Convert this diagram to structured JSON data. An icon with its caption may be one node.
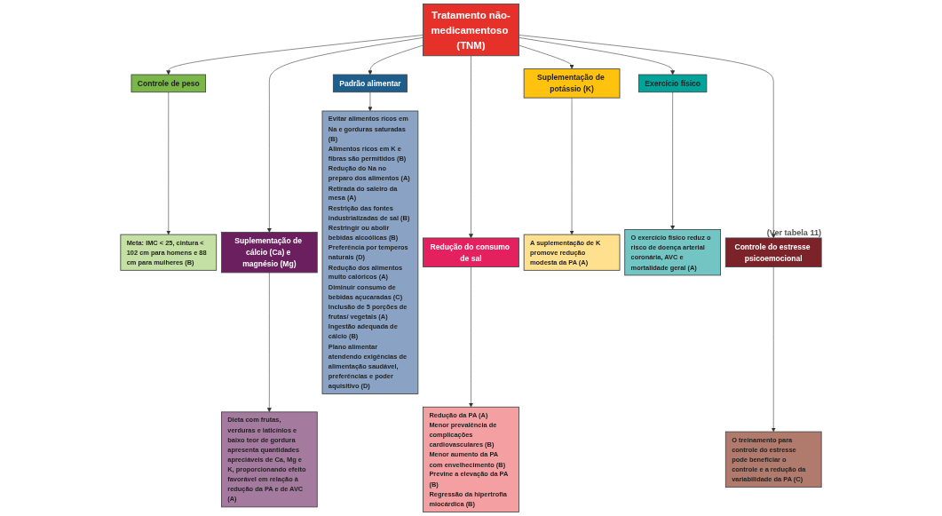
{
  "diagram": {
    "nodes": [
      {
        "text": [
          "Tratamento não-medicamentoso (TNM)"
        ]
      },
      {
        "text": [
          "Controle de peso"
        ]
      },
      {
        "text": [
          "Meta: IMC < 25, cintura < 102 cm para homens e 88 cm para mulheres (B)"
        ]
      },
      {
        "text": [
          "Suplementação de cálcio (Ca) e magnésio (Mg)"
        ]
      },
      {
        "text": [
          "Dieta com frutas, verduras e laticínios e baixo teor de gordura apresenta quantidades apreciáveis de Ca, Mg e K, proporcionando efeito favorável em relação à redução da PA e de AVC (A)"
        ]
      },
      {
        "text": [
          "Padrão alimentar"
        ]
      },
      {
        "text": [
          "Evitar alimentos ricos em Na e gorduras saturadas (B)",
          "Alimentos ricos em K e fibras são permitidos (B)",
          "Redução do Na no preparo dos alimentos (A)",
          "Retirada do saleiro da mesa (A)",
          "Restrição das fontes industrializadas de sal (B)",
          "Restringir ou abolir bebidas alcoólicas (B)",
          "Preferência por temperos naturais (D)",
          "Redução dos alimentos muito calóricos (A)",
          "Diminuir consumo de bebidas açucaradas (C)",
          "Inclusão de 5 porções de frutas/ vegetais (A)",
          "Ingestão adequada de cálcio (B)",
          "Plano alimentar atendendo exigências de alimentação saudável, preferências e poder aquisitivo (D)"
        ]
      },
      {
        "text": [
          "Redução do consumo de sal"
        ]
      },
      {
        "text": [
          "Redução da PA (A)",
          "Menor prevalência de complicações cardiovasculares (B)",
          "Menor aumento da PA com envelhecimento (B)",
          "Previne a elevação da PA (B)",
          "Regressão da hipertrofia miocárdica (B)"
        ]
      },
      {
        "text": [
          "Suplementação de potássio (K)"
        ]
      },
      {
        "text": [
          "A suplementação de K promove redução modesta da PA (A)"
        ]
      },
      {
        "text": [
          "Exercício físico"
        ]
      },
      {
        "text": [
          "O exercício físico reduz o risco de doença arterial coronária, AVC e mortalidade geral (A)"
        ]
      },
      {
        "text": [
          "Controle do estresse psicoemocional"
        ],
        "beside": [
          "(Ver tabela 11)"
        ]
      },
      {
        "text": [
          "O treinamento para controle do estresse pode beneficiar o controle e a redução da variabilidade da PA (C)"
        ]
      }
    ],
    "edges": [
      {
        "from": 0,
        "to": 1,
        "arrow": "to"
      },
      {
        "from": 0,
        "to": 3,
        "arrow": "to"
      },
      {
        "from": 0,
        "to": 5,
        "arrow": "to"
      },
      {
        "from": 0,
        "to": 7,
        "arrow": "to"
      },
      {
        "from": 0,
        "to": 9,
        "arrow": "to"
      },
      {
        "from": 0,
        "to": 11,
        "arrow": "to"
      },
      {
        "from": 0,
        "to": 13,
        "arrow": "to"
      },
      {
        "from": 1,
        "to": 2,
        "arrow": "to"
      },
      {
        "from": 3,
        "to": 4,
        "arrow": "to"
      },
      {
        "from": 5,
        "to": 6,
        "arrow": "to"
      },
      {
        "from": 7,
        "to": 8,
        "arrow": "to"
      },
      {
        "from": 9,
        "to": 10,
        "arrow": "to"
      },
      {
        "from": 11,
        "to": 12,
        "arrow": "to"
      },
      {
        "from": 13,
        "to": 14,
        "arrow": "to"
      }
    ]
  }
}
